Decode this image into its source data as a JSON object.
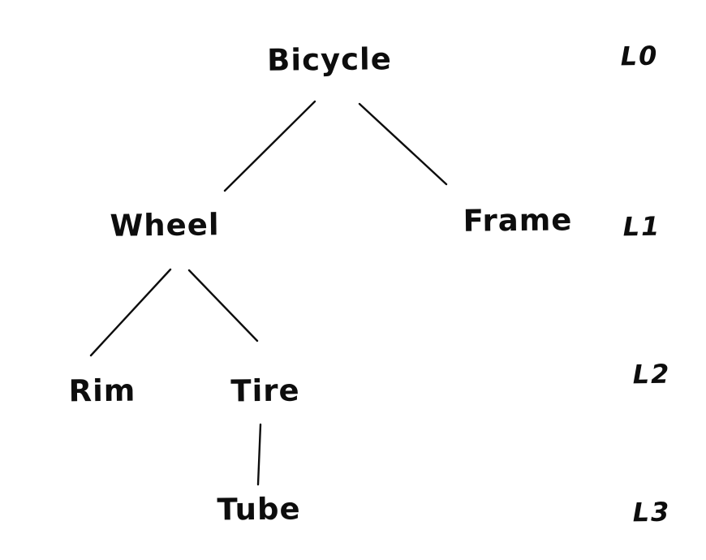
{
  "diagram": {
    "type": "tree",
    "description": "Hand-drawn component hierarchy of a bicycle with depth levels",
    "nodes": {
      "bicycle": "Bicycle",
      "wheel": "Wheel",
      "frame": "Frame",
      "rim": "Rim",
      "tire": "Tire",
      "tube": "Tube"
    },
    "edges": [
      [
        "Bicycle",
        "Wheel"
      ],
      [
        "Bicycle",
        "Frame"
      ],
      [
        "Wheel",
        "Rim"
      ],
      [
        "Wheel",
        "Tire"
      ],
      [
        "Tire",
        "Tube"
      ]
    ],
    "levels": {
      "l0": "L0",
      "l1": "L1",
      "l2": "L2",
      "l3": "L3"
    },
    "level_assignments": {
      "L0": [
        "Bicycle"
      ],
      "L1": [
        "Wheel",
        "Frame"
      ],
      "L2": [
        "Rim",
        "Tire"
      ],
      "L3": [
        "Tube"
      ]
    }
  },
  "colors": {
    "ink": "#0d0d0d",
    "background": "#ffffff"
  }
}
